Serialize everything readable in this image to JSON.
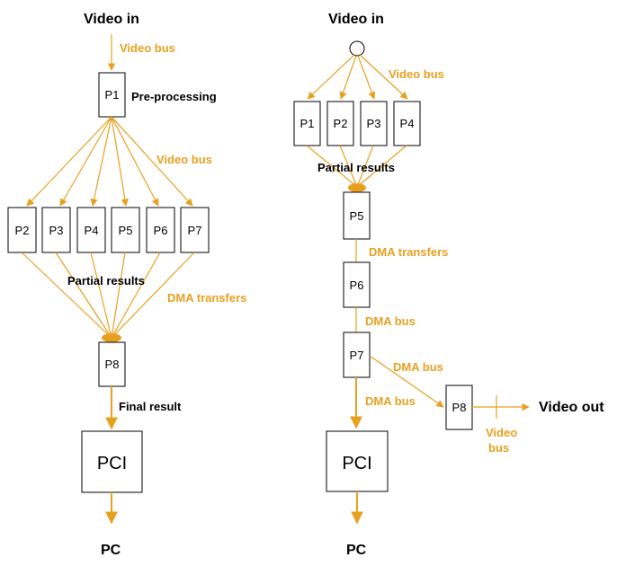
{
  "colors": {
    "edge": "#E8A020",
    "text": "#000000"
  },
  "left": {
    "video_in": "Video in",
    "video_bus_top": "Video bus",
    "p1": "P1",
    "pre_processing": "Pre-processing",
    "video_bus_fan": "Video bus",
    "workers": [
      "P2",
      "P3",
      "P4",
      "P5",
      "P6",
      "P7"
    ],
    "partial_results": "Partial results",
    "dma_transfers": "DMA transfers",
    "p8": "P8",
    "final_result": "Final result",
    "pci": "PCI",
    "pc": "PC"
  },
  "right": {
    "video_in": "Video in",
    "video_bus": "Video bus",
    "workers": [
      "P1",
      "P2",
      "P3",
      "P4"
    ],
    "partial_results": "Partial results",
    "p5": "P5",
    "dma_transfers": "DMA transfers",
    "p6": "P6",
    "dma_bus_1": "DMA bus",
    "p7": "P7",
    "dma_bus_2": "DMA bus",
    "dma_bus_3": "DMA bus",
    "p8": "P8",
    "video_out": "Video out",
    "video_bus_out_1": "Video",
    "video_bus_out_2": "bus",
    "pci": "PCI",
    "pc": "PC"
  }
}
